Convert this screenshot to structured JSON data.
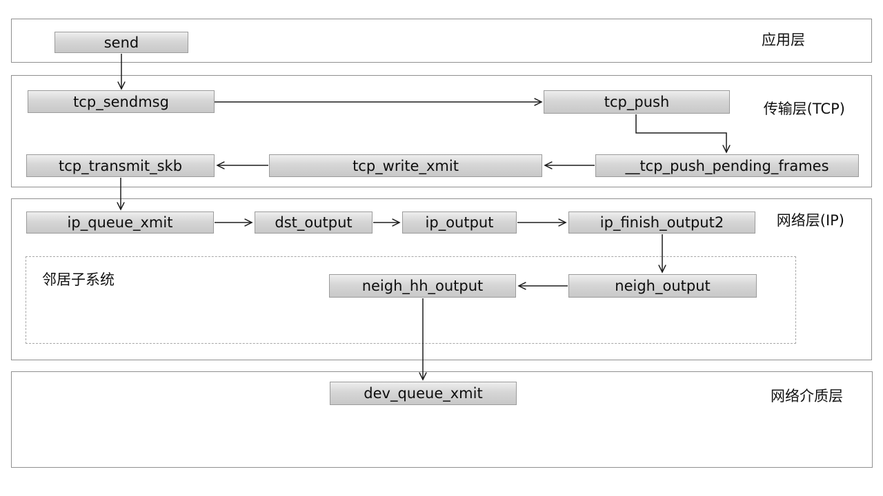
{
  "diagram": {
    "layers": [
      {
        "id": "application",
        "label": "应用层"
      },
      {
        "id": "transport",
        "label": "传输层(TCP)"
      },
      {
        "id": "network",
        "label": "网络层(IP)"
      },
      {
        "id": "media",
        "label": "网络介质层"
      }
    ],
    "group": {
      "id": "neighbor",
      "label": "邻居子系统"
    },
    "nodes": [
      {
        "id": "send",
        "label": "send",
        "layer": "application"
      },
      {
        "id": "tcp_sendmsg",
        "label": "tcp_sendmsg",
        "layer": "transport"
      },
      {
        "id": "tcp_push",
        "label": "tcp_push",
        "layer": "transport"
      },
      {
        "id": "__tcp_push_pending_frames",
        "label": "__tcp_push_pending_frames",
        "layer": "transport"
      },
      {
        "id": "tcp_write_xmit",
        "label": "tcp_write_xmit",
        "layer": "transport"
      },
      {
        "id": "tcp_transmit_skb",
        "label": "tcp_transmit_skb",
        "layer": "transport"
      },
      {
        "id": "ip_queue_xmit",
        "label": "ip_queue_xmit",
        "layer": "network"
      },
      {
        "id": "dst_output",
        "label": "dst_output",
        "layer": "network"
      },
      {
        "id": "ip_output",
        "label": "ip_output",
        "layer": "network"
      },
      {
        "id": "ip_finish_output2",
        "label": "ip_finish_output2",
        "layer": "network"
      },
      {
        "id": "neigh_hh_output",
        "label": "neigh_hh_output",
        "layer": "network-neighbor"
      },
      {
        "id": "neigh_output",
        "label": "neigh_output",
        "layer": "network-neighbor"
      },
      {
        "id": "dev_queue_xmit",
        "label": "dev_queue_xmit",
        "layer": "media"
      }
    ],
    "edges": [
      {
        "from": "send",
        "to": "tcp_sendmsg"
      },
      {
        "from": "tcp_sendmsg",
        "to": "tcp_push"
      },
      {
        "from": "tcp_push",
        "to": "__tcp_push_pending_frames"
      },
      {
        "from": "__tcp_push_pending_frames",
        "to": "tcp_write_xmit"
      },
      {
        "from": "tcp_write_xmit",
        "to": "tcp_transmit_skb"
      },
      {
        "from": "tcp_transmit_skb",
        "to": "ip_queue_xmit"
      },
      {
        "from": "ip_queue_xmit",
        "to": "dst_output"
      },
      {
        "from": "dst_output",
        "to": "ip_output"
      },
      {
        "from": "ip_output",
        "to": "ip_finish_output2"
      },
      {
        "from": "ip_finish_output2",
        "to": "neigh_output"
      },
      {
        "from": "neigh_output",
        "to": "neigh_hh_output"
      },
      {
        "from": "neigh_hh_output",
        "to": "dev_queue_xmit"
      }
    ],
    "colors": {
      "node_fill": "#d3d3d3",
      "node_border": "#9b9b9b",
      "layer_border": "#8f8f8f",
      "dashed_border": "#a6a6a6",
      "arrow": "#1c1c1c",
      "text": "#0d0d0d",
      "background": "#ffffff"
    }
  }
}
